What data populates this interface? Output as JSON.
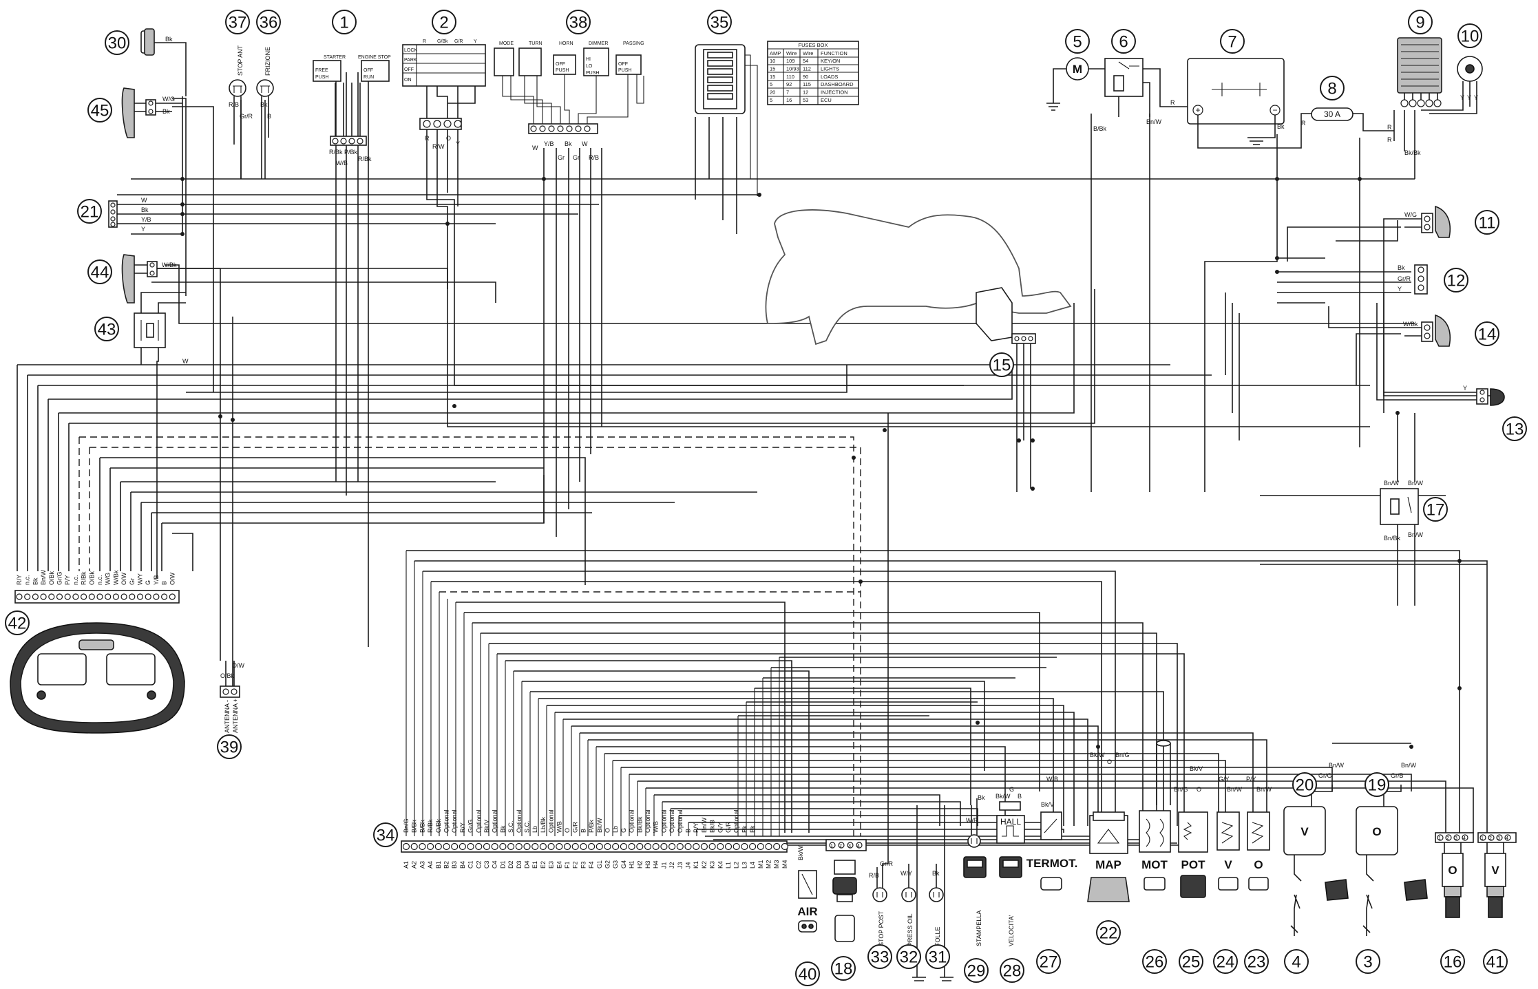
{
  "callouts": [
    "30",
    "37",
    "36",
    "1",
    "2",
    "38",
    "35",
    "5",
    "6",
    "7",
    "9",
    "10",
    "8",
    "45",
    "21",
    "11",
    "12",
    "44",
    "43",
    "14",
    "13",
    "15",
    "17",
    "42",
    "39",
    "34",
    "20",
    "19",
    "40",
    "18",
    "33",
    "32",
    "31",
    "29",
    "28",
    "27",
    "22",
    "26",
    "25",
    "24",
    "23",
    "4",
    "3",
    "16",
    "41"
  ],
  "component_labels": {
    "stop_ant": "STOP ANT",
    "frizione": "FRIZIONE",
    "starter": "STARTER",
    "engine_stop": "ENGINE STOP",
    "free": "FREE",
    "push": "PUSH",
    "off": "OFF",
    "run": "RUN",
    "lock": "LOCK",
    "park": "PARK",
    "on": "ON",
    "mode": "MODE",
    "turn": "TURN",
    "horn": "HORN",
    "dimmer": "DIMMER",
    "passing": "PASSING",
    "hi": "HI",
    "lo": "LO",
    "motor": "M",
    "fuse_30a": "30 A",
    "hall": "HALL",
    "termot": "TERMOT.",
    "map": "MAP",
    "mot": "MOT",
    "pot": "POT",
    "v": "V",
    "o": "O",
    "air": "AIR",
    "stop_post": "STOP POST",
    "press_oil": "PRESS OIL",
    "folle": "FOLLE",
    "stampella": "STAMPELLA",
    "velocita": "VELOCITA'",
    "antenna_minus": "ANTENNA -",
    "antenna_plus": "ANTENNA +"
  },
  "key_switch_cols": [
    "R",
    "G/Bk",
    "G/R",
    "Y"
  ],
  "fuses_box": {
    "title": "FUSES BOX",
    "headers": [
      "AMP",
      "Wire",
      "Wire",
      "FUNCTION"
    ],
    "rows": [
      [
        "10",
        "109",
        "54",
        "KEY/ON"
      ],
      [
        "15",
        "10/93",
        "112",
        "LIGHTS"
      ],
      [
        "15",
        "110",
        "90",
        "LOADS"
      ],
      [
        "5",
        "92",
        "115",
        "DASHBOARD"
      ],
      [
        "20",
        "7",
        "12",
        "INJECTION"
      ],
      [
        "5",
        "16",
        "53",
        "ECU"
      ]
    ]
  },
  "wire_labels": {
    "w30": "Bk",
    "w45a": "W/G",
    "w45b": "Bk",
    "w44": "W/Bk",
    "w21": [
      "W",
      "Bk",
      "Y/B",
      "Y"
    ],
    "w43": "W",
    "w37": "R/B",
    "w37b": "Gr/R",
    "w36": "Bk",
    "w36b": "B",
    "w1": [
      "R/Bk",
      "P/Bk",
      "R/Bk",
      "W/B"
    ],
    "w2": [
      "R",
      "R/W",
      "O",
      "Y"
    ],
    "w38": [
      "W",
      "Y/B",
      "Gr",
      "Bk",
      "Gr",
      "W",
      "R/B"
    ],
    "w6a": "R",
    "w6b": "B/Bk",
    "w6c": "Bn/W",
    "w7": "Bk",
    "w8": "R",
    "w9": [
      "R",
      "R",
      "Bk/Bk"
    ],
    "w9b": [
      "Y",
      "Y",
      "Y"
    ],
    "w11": "W/G",
    "w12": [
      "Bk",
      "Gr/R",
      "Y"
    ],
    "w14": "W/Bk",
    "w13": "Y",
    "w17": [
      "Bn/W",
      "Bn/W",
      "Bn/Bk",
      "Bn/W"
    ],
    "w20": [
      "Gr/G",
      "Bn/W"
    ],
    "w19": [
      "Gr/B",
      "Bn/W"
    ],
    "w22": [
      "Bk/W",
      "O",
      "Bn/G"
    ],
    "w25": [
      "Bn/G",
      "O",
      "Bk/V"
    ],
    "w24": [
      "G/Y",
      "Bn/W"
    ],
    "w23": [
      "P/Y",
      "Bn/W"
    ],
    "w27": [
      "W/B",
      "Bk/V"
    ],
    "w28": [
      "Bk/W",
      "G",
      "B"
    ],
    "w29": [
      "W/R",
      "Bk"
    ],
    "w33": [
      "R/B",
      "Gr/R"
    ],
    "w32": "W/Y",
    "w31": "Bk",
    "w40": "Bk/W",
    "w39": [
      "O/Bk",
      "O/W"
    ],
    "dash_pins": [
      "R/Y",
      "n.c.",
      "Bk",
      "Bn/W",
      "O/Bk",
      "Gr/G",
      "P/Y",
      "n.c.",
      "R/Bk",
      "O/Bk",
      "n.c.",
      "W/G",
      "W/Bk",
      "O/W",
      "Gr",
      "W/Y",
      "G",
      "Y/B",
      "B",
      "O/W"
    ]
  },
  "ecu_pins": [
    "A1",
    "A2",
    "A3",
    "A4",
    "B1",
    "B2",
    "B3",
    "B4",
    "C1",
    "C2",
    "C3",
    "C4",
    "D1",
    "D2",
    "D3",
    "D4",
    "E1",
    "E2",
    "E3",
    "E4",
    "F1",
    "F2",
    "F3",
    "F4",
    "G1",
    "G2",
    "G3",
    "G4",
    "H1",
    "H2",
    "H3",
    "H4",
    "J1",
    "J2",
    "J3",
    "J4",
    "K1",
    "K2",
    "K3",
    "K4",
    "L1",
    "L2",
    "L3",
    "L4",
    "M1",
    "M2",
    "M3",
    "M4"
  ],
  "ecu_wires": [
    "Bn/G",
    "B/Bk",
    "B/Bk",
    "R/Bk",
    "O/Bk",
    "Optional",
    "Optional",
    "R/Y",
    "Gr/G",
    "Optional",
    "Bk/V",
    "Optional",
    "Bk",
    "S.C.",
    "Optional",
    "S.C.",
    "Lb",
    "Lb/Bk",
    "Optional",
    "W/B",
    "O",
    "G/R",
    "B",
    "P/Bk",
    "Bk/W",
    "O",
    "Lb",
    "G",
    "Optional",
    "Bk/Bk",
    "Optional",
    "W/B",
    "Optional",
    "Optional",
    "Optional",
    "B",
    "P/Y",
    "Bn/W",
    "Bk/B",
    "G/Y",
    "G/R",
    "Optional",
    "Bk",
    "Bk"
  ],
  "connector_pins": [
    "1",
    "2",
    "3",
    "4"
  ]
}
